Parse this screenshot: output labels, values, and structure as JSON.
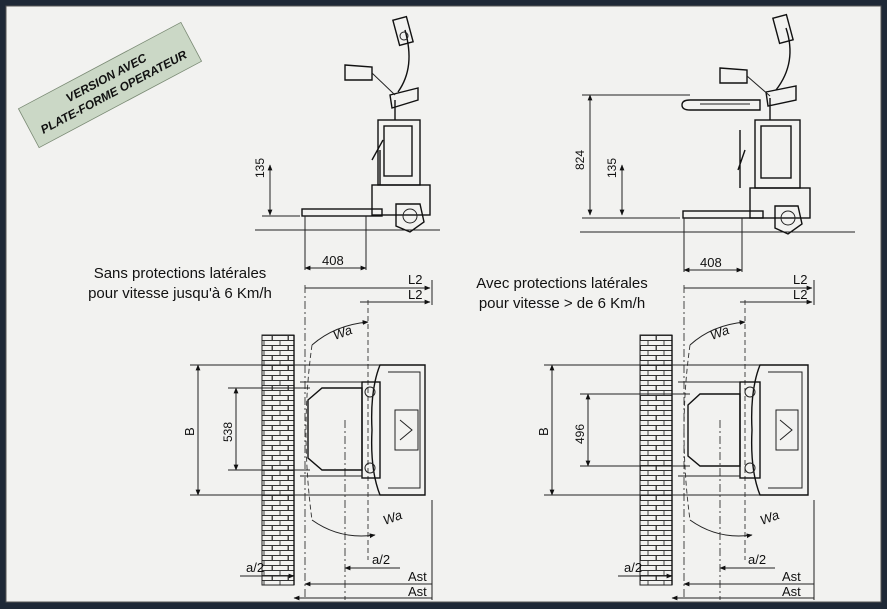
{
  "colors": {
    "frame_bg": "#1f2937",
    "panel_bg": "#f2f2f0",
    "badge_bg": "#cbd8c6",
    "ink": "#111111"
  },
  "badge": {
    "line1": "VERSION AVEC",
    "line2": "PLATE-FORME OPERATEUR"
  },
  "captions": {
    "left_line1": "Sans protections latérales",
    "left_line2": "pour vitesse jusqu'à 6 Km/h",
    "right_line1": "Avec protections latérales",
    "right_line2": "pour vitesse > de 6 Km/h"
  },
  "dimensions": {
    "left_side": {
      "height": "135",
      "fork_length": "408"
    },
    "right_side": {
      "overall_height": "824",
      "height": "135",
      "fork_length": "408"
    },
    "left_top": {
      "l2_outer": "L2",
      "l2_inner": "L2",
      "b": "B",
      "fork_span": "538",
      "wa_top": "Wa",
      "wa_bottom": "Wa",
      "a2_left": "a/2",
      "a2_right": "a/2",
      "ast_upper": "Ast",
      "ast_lower": "Ast"
    },
    "right_top": {
      "l2_outer": "L2",
      "l2_inner": "L2",
      "b": "B",
      "fork_span": "496",
      "wa_top": "Wa",
      "wa_bottom": "Wa",
      "a2_left": "a/2",
      "a2_right": "a/2",
      "ast_upper": "Ast",
      "ast_lower": "Ast"
    }
  }
}
